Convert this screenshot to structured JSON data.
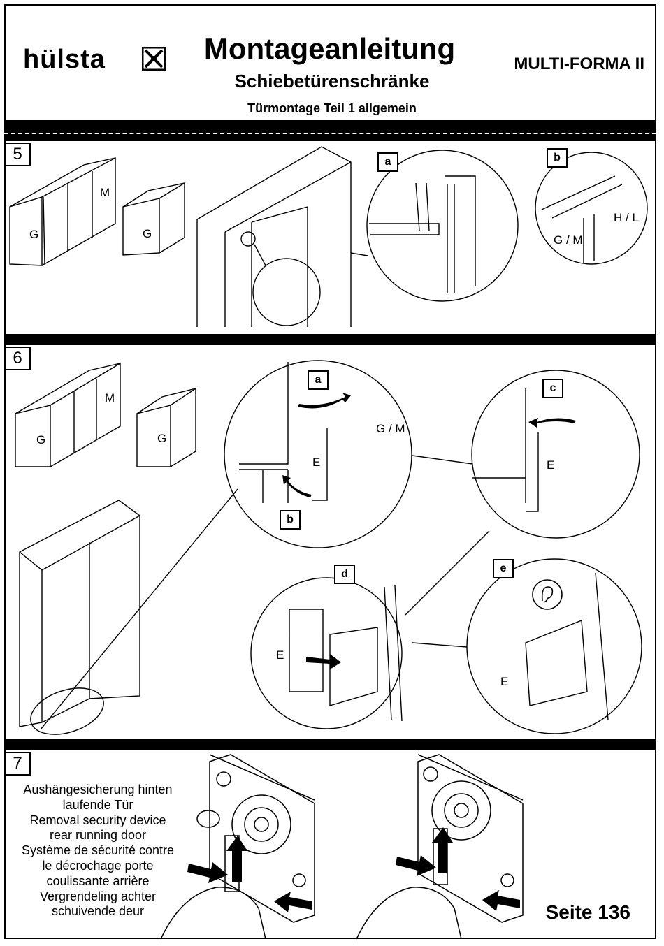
{
  "header": {
    "brand": "hülsta",
    "title": "Montageanleitung",
    "subtitle": "Schiebetürenschränke",
    "section": "Türmontage Teil 1 allgemein",
    "series": "MULTI-FORMA II"
  },
  "step5": {
    "number": "5",
    "wardrobe_large_labels": [
      "G",
      "M"
    ],
    "wardrobe_small_label": "G",
    "detail_a": "a",
    "detail_b": "b",
    "b_label_hl": "H / L",
    "b_label_gm": "G / M"
  },
  "step6": {
    "number": "6",
    "wardrobe_large_labels": [
      "G",
      "M"
    ],
    "wardrobe_small_label": "G",
    "detail_a": "a",
    "detail_b": "b",
    "detail_c": "c",
    "detail_d": "d",
    "detail_e": "e",
    "label_gm": "G / M",
    "label_e": "E"
  },
  "step7": {
    "number": "7",
    "instruction_lines": [
      "Aushängesicherung hinten",
      "laufende Tür",
      "Removal security device",
      "rear running door",
      "Système de sécurité contre",
      "le décrochage porte",
      "coulissante arrière",
      "Vergrendeling achter",
      "schuivende deur"
    ]
  },
  "footer": {
    "page": "Seite 136"
  }
}
